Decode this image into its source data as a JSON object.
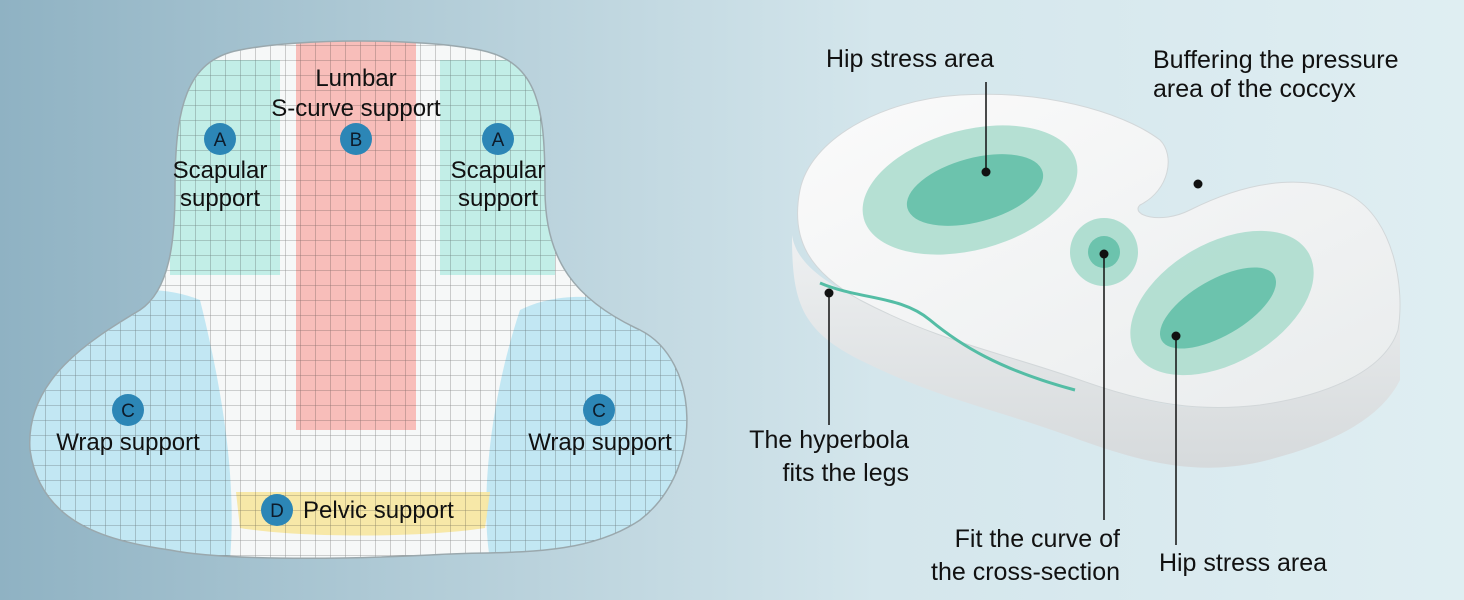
{
  "colors": {
    "badge": "#2c86b6",
    "scapular_zone": "#b9ece4",
    "lumbar_zone": "#f8b7b3",
    "wrap_zone": "#bfe6f2",
    "pelvic_zone": "#f7e7a3",
    "stress_area_outer": "#a9dccd",
    "stress_area_inner": "#6cc3ad",
    "contour_line": "#54bda5"
  },
  "icons": {
    "badge": "circle-letter-badge",
    "leader": "dot-line-leader"
  },
  "back_cushion": {
    "zones": [
      {
        "badge": "A",
        "lines": [
          "Scapular",
          "support"
        ]
      },
      {
        "badge": "B",
        "lines": [
          "Lumbar",
          "S-curve support"
        ]
      },
      {
        "badge": "A",
        "lines": [
          "Scapular",
          "support"
        ]
      },
      {
        "badge": "C",
        "lines": [
          "Wrap support"
        ]
      },
      {
        "badge": "C",
        "lines": [
          "Wrap support"
        ]
      },
      {
        "badge": "D",
        "lines": [
          "Pelvic support"
        ]
      }
    ]
  },
  "seat_cushion": {
    "callouts": [
      {
        "lines": [
          "Hip stress area"
        ]
      },
      {
        "lines": [
          "Buffering the pressure",
          "area of the coccyx"
        ]
      },
      {
        "lines": [
          "The hyperbola",
          "fits the legs"
        ]
      },
      {
        "lines": [
          "Fit the curve of",
          "the cross-section"
        ]
      },
      {
        "lines": [
          "Hip stress area"
        ]
      }
    ]
  }
}
